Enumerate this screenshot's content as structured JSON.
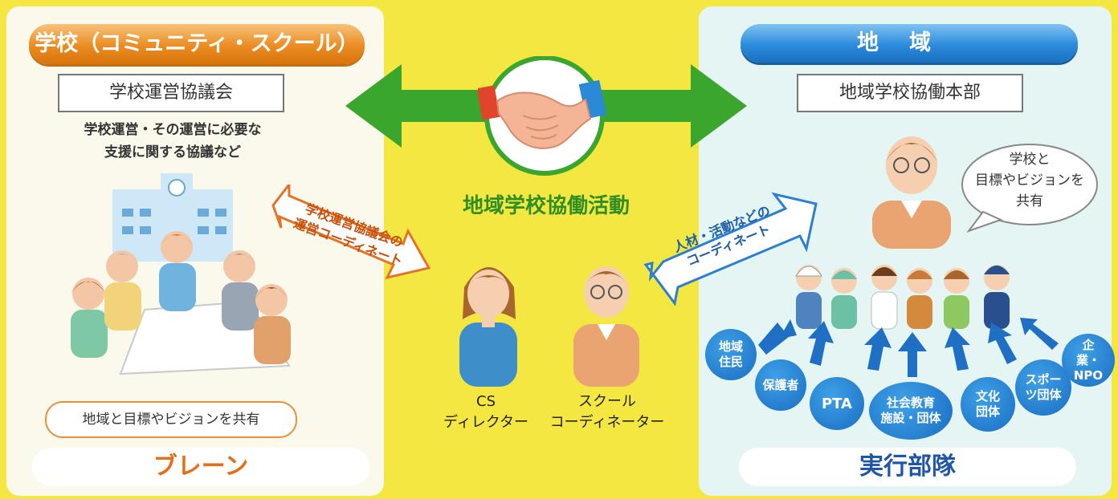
{
  "school": {
    "title": "学校（コミュニティ・スクール）",
    "council": "学校運営協議会",
    "council_desc_1": "学校運営・その運営に必要な",
    "council_desc_2": "支援に関する協議など",
    "share_text": "地域と目標やビジョンを共有",
    "role": "ブレーン"
  },
  "center": {
    "activity": "地域学校協働活動",
    "left_arrow_1": "学校運営協議会の",
    "left_arrow_2": "運営コーディネート",
    "right_arrow_1": "人材・活動などの",
    "right_arrow_2": "コーディネート",
    "cs_1": "CS",
    "cs_2": "ディレクター",
    "coord_1": "スクール",
    "coord_2": "コーディネーター"
  },
  "region": {
    "title": "地域",
    "hq": "地域学校協働本部",
    "speech_1": "学校と",
    "speech_2": "目標やビジョンを",
    "speech_3": "共有",
    "role": "実行部隊",
    "groups": {
      "residents": "地域住民",
      "guardians": "保護者",
      "pta": "PTA",
      "social_1": "社会教育",
      "social_2": "施設・団体",
      "culture": "文化団体",
      "sports": "スポーツ団体",
      "company": "企業・NPO"
    }
  },
  "colors": {
    "background": "#f5e742",
    "school_accent": "#e98a20",
    "region_accent": "#2c8bdc",
    "arrow_green": "#3aa62e"
  }
}
